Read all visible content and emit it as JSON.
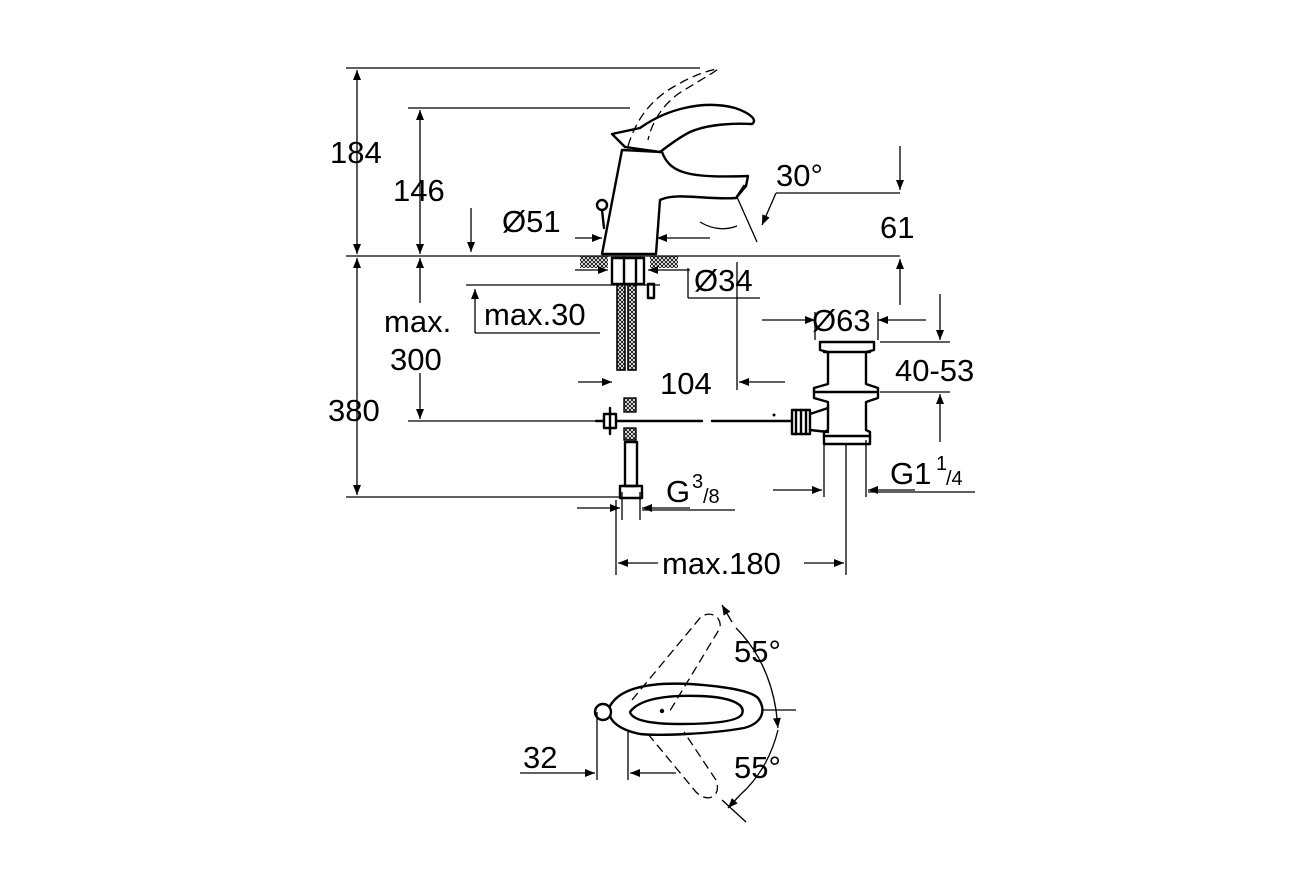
{
  "labels": {
    "h184": "184",
    "h146": "146",
    "d51": "Ø51",
    "ang30": "30°",
    "h61": "61",
    "d34": "Ø34",
    "max_word": "max.",
    "h300": "300",
    "max30": "max.30",
    "d63": "Ø63",
    "r4053": "40-53",
    "w104": "104",
    "h380": "380",
    "g_main": "G",
    "g_sup": "3",
    "g_sub": "/8",
    "g1_main": "G1",
    "g1_sup": "1",
    "g1_sub": "/4",
    "max180": "max.180",
    "ang55a": "55°",
    "ang55b": "55°",
    "w32": "32"
  }
}
